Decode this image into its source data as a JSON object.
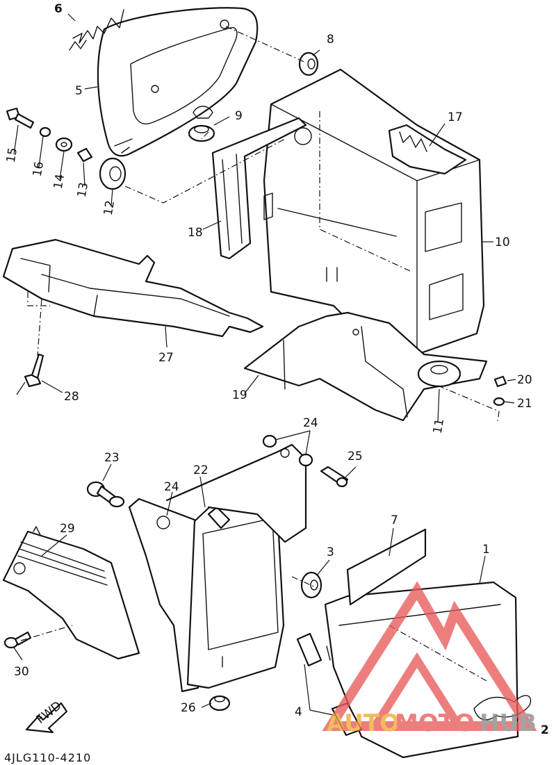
{
  "drawing_code": "4JLG110-4210",
  "direction_label": "FWD",
  "callouts": {
    "c1": "1",
    "c2": "2",
    "c3": "3",
    "c4": "4",
    "c5": "5",
    "c6": "6",
    "c7": "7",
    "c8": "8",
    "c9": "9",
    "c10": "10",
    "c11": "11",
    "c12": "12",
    "c13": "13",
    "c14": "14",
    "c15": "15",
    "c16": "16",
    "c17": "17",
    "c18": "18",
    "c19": "19",
    "c20": "20",
    "c21": "21",
    "c22": "22",
    "c23": "23",
    "c24a": "24",
    "c24b": "24",
    "c25": "25",
    "c26": "26",
    "c27": "27",
    "c28": "28",
    "c29": "29",
    "c30": "30"
  },
  "watermark": {
    "part1": "AUTO",
    "part2": "MOTO",
    "part3": "HUB",
    "color_red": "#e85a5a",
    "color_orange": "#f0a830",
    "color_gray": "#8a8a8a"
  }
}
